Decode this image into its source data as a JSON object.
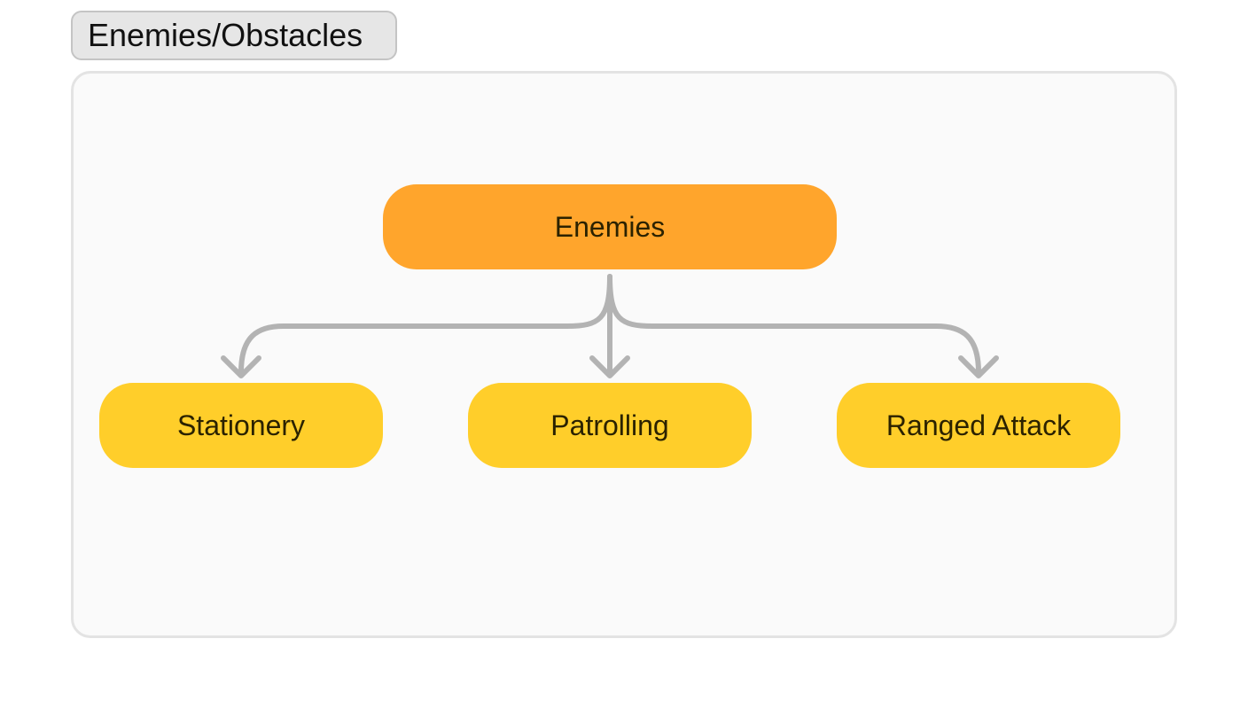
{
  "frame": {
    "label": "Enemies/Obstacles"
  },
  "diagram": {
    "root": {
      "label": "Enemies",
      "color": "#FFA52C"
    },
    "children": [
      {
        "label": "Stationery",
        "color": "#FFCE2A"
      },
      {
        "label": "Patrolling",
        "color": "#FFCE2A"
      },
      {
        "label": "Ranged Attack",
        "color": "#FFCE2A"
      }
    ],
    "connector_color": "#B3B3B3"
  }
}
